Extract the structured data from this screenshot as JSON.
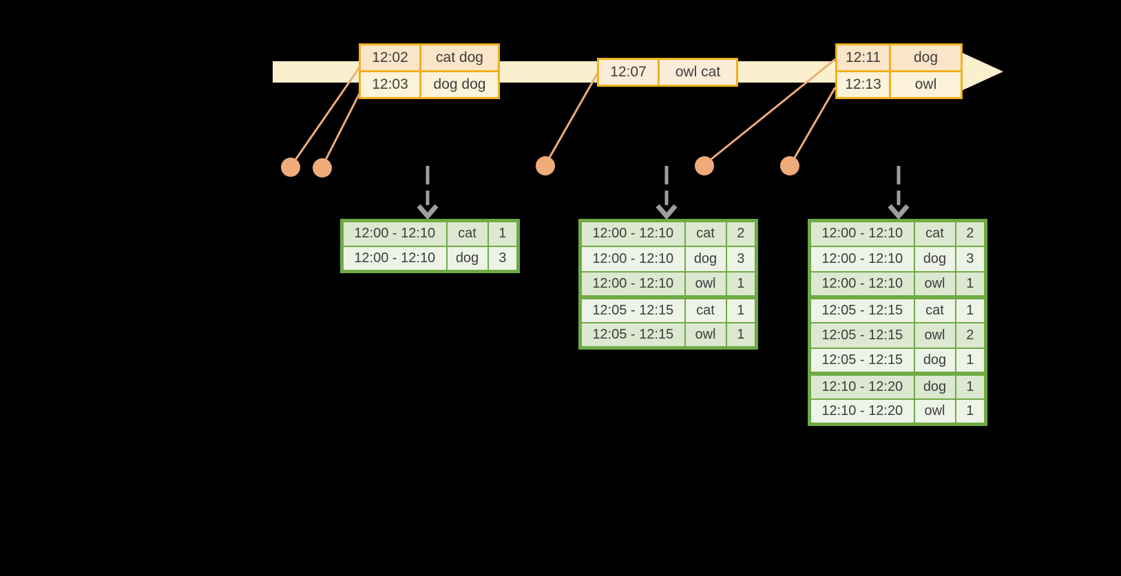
{
  "colors": {
    "background": "#000000",
    "timeline_fill": "#fbf0cd",
    "event_border": "#f0b01e",
    "event_row_peach": "#fae5c8",
    "event_row_cream": "#fdf3da",
    "event_row_light_peach": "#fcedd8",
    "connector_orange": "#f0ab7b",
    "dashed_arrow_gray": "#9e9e9e",
    "result_border": "#6faa44",
    "result_row_dark": "#dde8d1",
    "result_row_light": "#eef3e8",
    "text": "#3d3d3d"
  },
  "timeline": {
    "events": [
      {
        "rows": [
          {
            "time": "12:02",
            "words": "cat dog"
          },
          {
            "time": "12:03",
            "words": "dog dog"
          }
        ]
      },
      {
        "rows": [
          {
            "time": "12:07",
            "words": "owl cat"
          }
        ]
      },
      {
        "rows": [
          {
            "time": "12:11",
            "words": "dog"
          },
          {
            "time": "12:13",
            "words": "owl"
          }
        ]
      }
    ]
  },
  "result_tables": [
    {
      "rows": [
        {
          "window": "12:00 - 12:10",
          "word": "cat",
          "count": "1"
        },
        {
          "window": "12:00 - 12:10",
          "word": "dog",
          "count": "3"
        }
      ]
    },
    {
      "rows": [
        {
          "window": "12:00 - 12:10",
          "word": "cat",
          "count": "2"
        },
        {
          "window": "12:00 - 12:10",
          "word": "dog",
          "count": "3"
        },
        {
          "window": "12:00 - 12:10",
          "word": "owl",
          "count": "1"
        },
        {
          "window": "12:05 - 12:15",
          "word": "cat",
          "count": "1"
        },
        {
          "window": "12:05 - 12:15",
          "word": "owl",
          "count": "1"
        }
      ]
    },
    {
      "rows": [
        {
          "window": "12:00 - 12:10",
          "word": "cat",
          "count": "2"
        },
        {
          "window": "12:00 - 12:10",
          "word": "dog",
          "count": "3"
        },
        {
          "window": "12:00 - 12:10",
          "word": "owl",
          "count": "1"
        },
        {
          "window": "12:05 - 12:15",
          "word": "cat",
          "count": "1"
        },
        {
          "window": "12:05 - 12:15",
          "word": "owl",
          "count": "2"
        },
        {
          "window": "12:05 - 12:15",
          "word": "dog",
          "count": "1"
        },
        {
          "window": "12:10 - 12:20",
          "word": "dog",
          "count": "1"
        },
        {
          "window": "12:10 - 12:20",
          "word": "owl",
          "count": "1"
        }
      ]
    }
  ]
}
